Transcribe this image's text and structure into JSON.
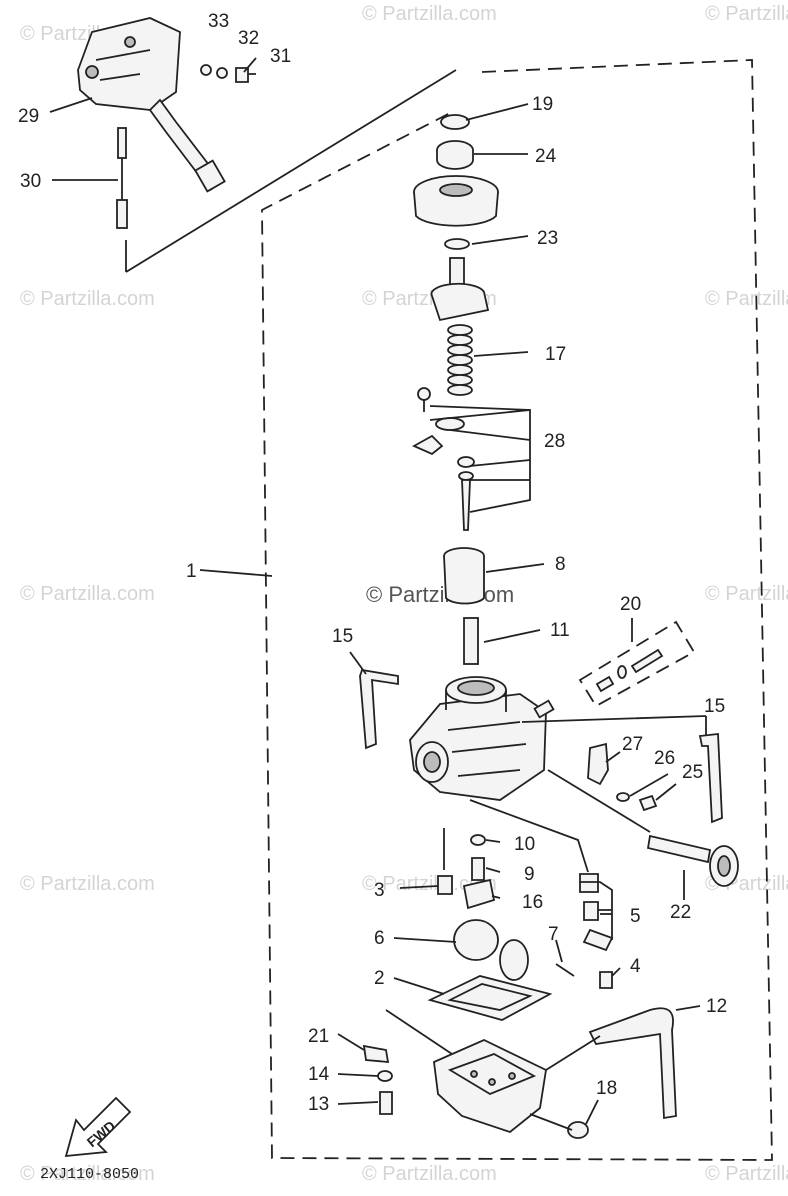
{
  "watermark": "© Partzilla.com",
  "drawing_code": "2XJ110-8050",
  "fwd_label": "FWD",
  "callouts": {
    "c1": "1",
    "c2": "2",
    "c3": "3",
    "c4": "4",
    "c5": "5",
    "c6": "6",
    "c7": "7",
    "c8": "8",
    "c9": "9",
    "c10": "10",
    "c11": "11",
    "c12": "12",
    "c13": "13",
    "c14": "14",
    "c15a": "15",
    "c15b": "15",
    "c16": "16",
    "c17": "17",
    "c18": "18",
    "c19": "19",
    "c20": "20",
    "c21": "21",
    "c22": "22",
    "c23": "23",
    "c24": "24",
    "c25": "25",
    "c26": "26",
    "c27": "27",
    "c28": "28",
    "c29": "29",
    "c30": "30",
    "c31": "31",
    "c32": "32",
    "c33": "33"
  }
}
